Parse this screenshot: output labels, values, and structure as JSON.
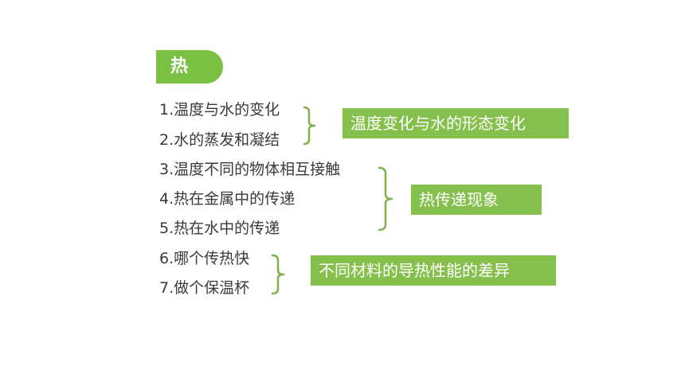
{
  "title": "热",
  "items": [
    "1.温度与水的变化",
    "2.水的蒸发和凝结",
    "3.温度不同的物体相互接触",
    "4.热在金属中的传递",
    "5.热在水中的传递",
    "6.哪个传热快",
    "7.做个保温杯"
  ],
  "groups": [
    "温度变化与水的形态变化",
    "热传递现象",
    "不同材料的导热性能的差异"
  ],
  "colors": {
    "title_bg": "#79c043",
    "label_bg": "#86c04c",
    "brace": "#7fb24d",
    "text": "#3a3a3a"
  }
}
